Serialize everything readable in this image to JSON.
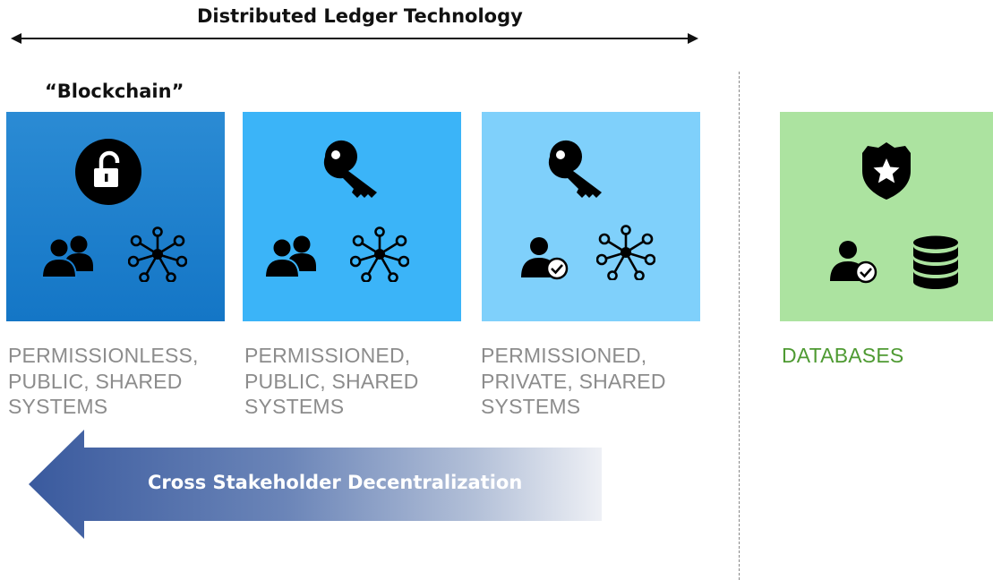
{
  "header": {
    "title": "Distributed Ledger Technology",
    "blockchain_label": "“Blockchain”"
  },
  "columns": [
    {
      "caption_lines": [
        "PERMISSIONLESS,",
        "PUBLIC, SHARED",
        "SYSTEMS"
      ],
      "color": "#1a7fcf",
      "icons": [
        "unlocked-padlock-icon",
        "user-group-icon",
        "network-nodes-icon"
      ]
    },
    {
      "caption_lines": [
        "PERMISSIONED,",
        "PUBLIC, SHARED",
        "SYSTEMS"
      ],
      "color": "#3bb4f8",
      "icons": [
        "key-icon",
        "user-group-icon",
        "network-nodes-icon"
      ]
    },
    {
      "caption_lines": [
        "PERMISSIONED,",
        "PRIVATE, SHARED",
        "SYSTEMS"
      ],
      "color": "#7fd0fb",
      "icons": [
        "key-icon",
        "verified-user-icon",
        "network-nodes-icon"
      ]
    },
    {
      "caption_lines": [
        "DATABASES"
      ],
      "color": "#ace3a0",
      "icons": [
        "shield-star-icon",
        "verified-user-icon",
        "database-icon"
      ]
    }
  ],
  "footer": {
    "arrow_label": "Cross Stakeholder Decentralization",
    "arrow_color": "#3a5a9e"
  },
  "caption_color": "#8c8c8c",
  "databases_caption_color": "#4e9a32"
}
